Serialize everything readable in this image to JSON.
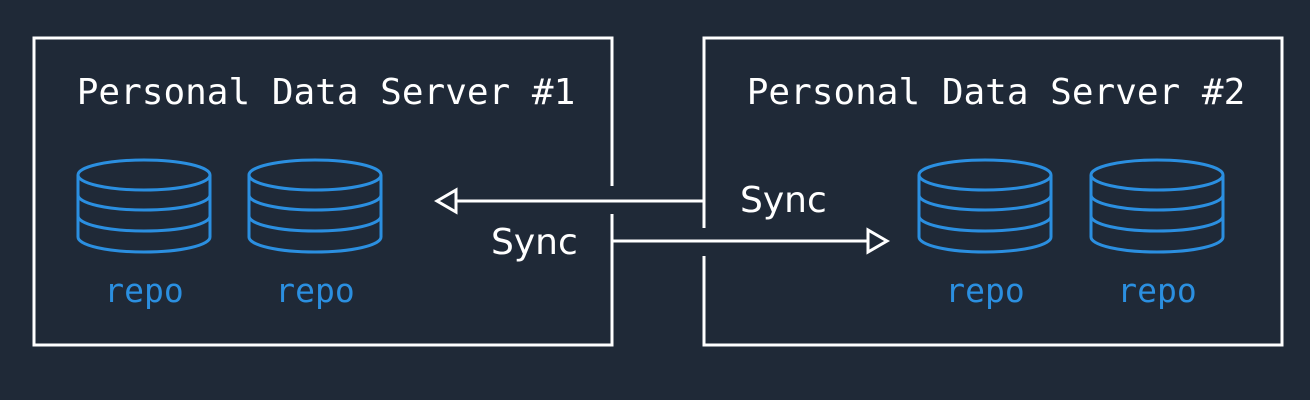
{
  "colors": {
    "background": "#1f2937",
    "line": "#ffffff",
    "database": "#2b8fe0"
  },
  "servers": [
    {
      "title": "Personal Data Server #1",
      "repos": [
        {
          "label": "repo",
          "icon": "database-icon"
        },
        {
          "label": "repo",
          "icon": "database-icon"
        }
      ]
    },
    {
      "title": "Personal Data Server #2",
      "repos": [
        {
          "label": "repo",
          "icon": "database-icon"
        },
        {
          "label": "repo",
          "icon": "database-icon"
        }
      ]
    }
  ],
  "connections": [
    {
      "label": "Sync",
      "from": "Personal Data Server #2",
      "to": "Personal Data Server #1"
    },
    {
      "label": "Sync",
      "from": "Personal Data Server #1",
      "to": "Personal Data Server #2"
    }
  ]
}
